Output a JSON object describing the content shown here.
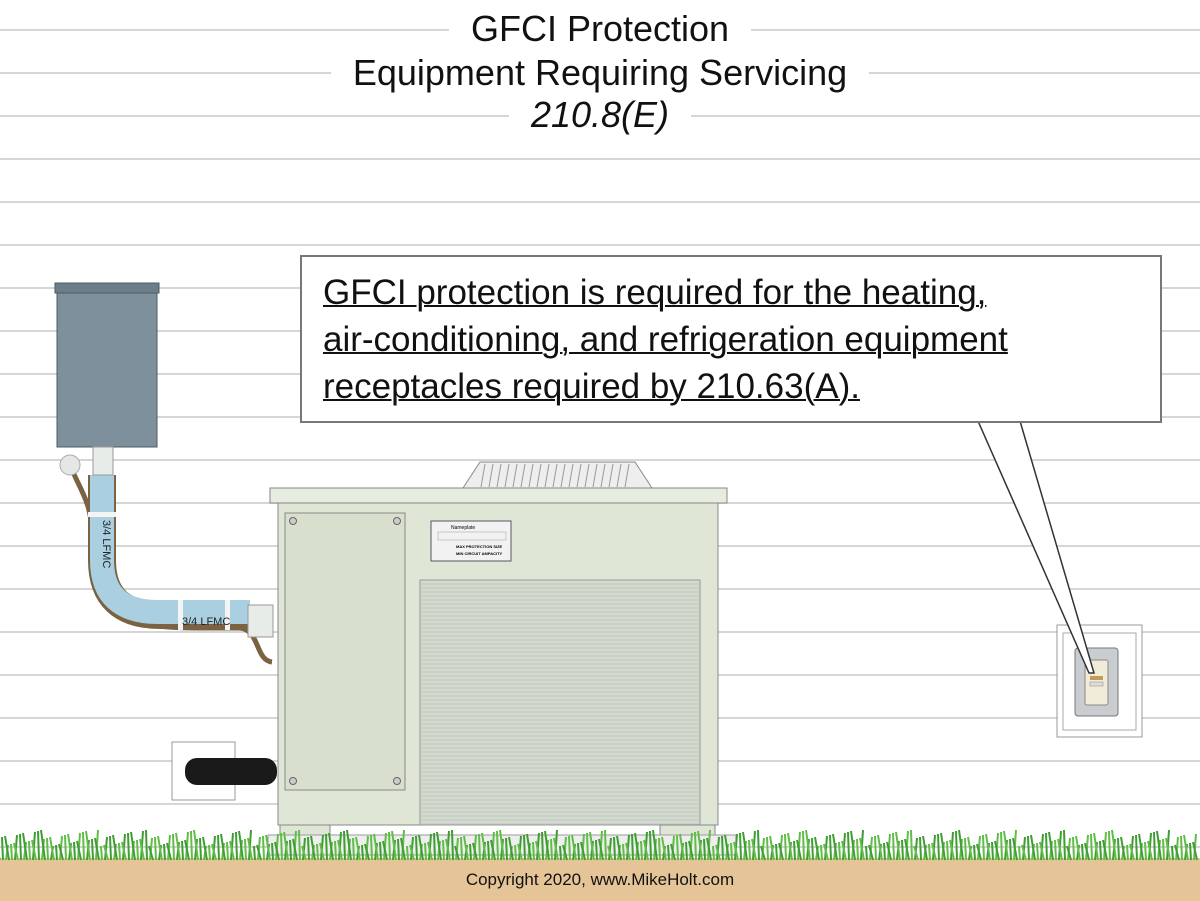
{
  "title": {
    "line1": "GFCI Protection",
    "line2": "Equipment Requiring Servicing",
    "line3": "210.8(E)"
  },
  "callout": {
    "line1": "GFCI protection is required for the heating,",
    "line2": "air-conditioning, and refrigeration equipment",
    "line3": "receptacles required by 210.63(A)."
  },
  "labels": {
    "conduit_vertical": "3/4 LFMC",
    "conduit_horizontal": "3/4 LFMC",
    "nameplate_title": "Nameplate",
    "nameplate_max": "MAX PROTECTION SIZE",
    "nameplate_min": "MIN CIRCUIT AMPACITY"
  },
  "footer": {
    "copyright": "Copyright 2020, www.MikeHolt.com"
  },
  "colors": {
    "siding_line": "#c8c8c8",
    "disconnect": "#7d909c",
    "ac_unit": "#dfe6d6",
    "conduit": "#a9cfe0",
    "wire": "#7a6242",
    "grass": "#4caf3a",
    "ground": "#e5c597"
  }
}
